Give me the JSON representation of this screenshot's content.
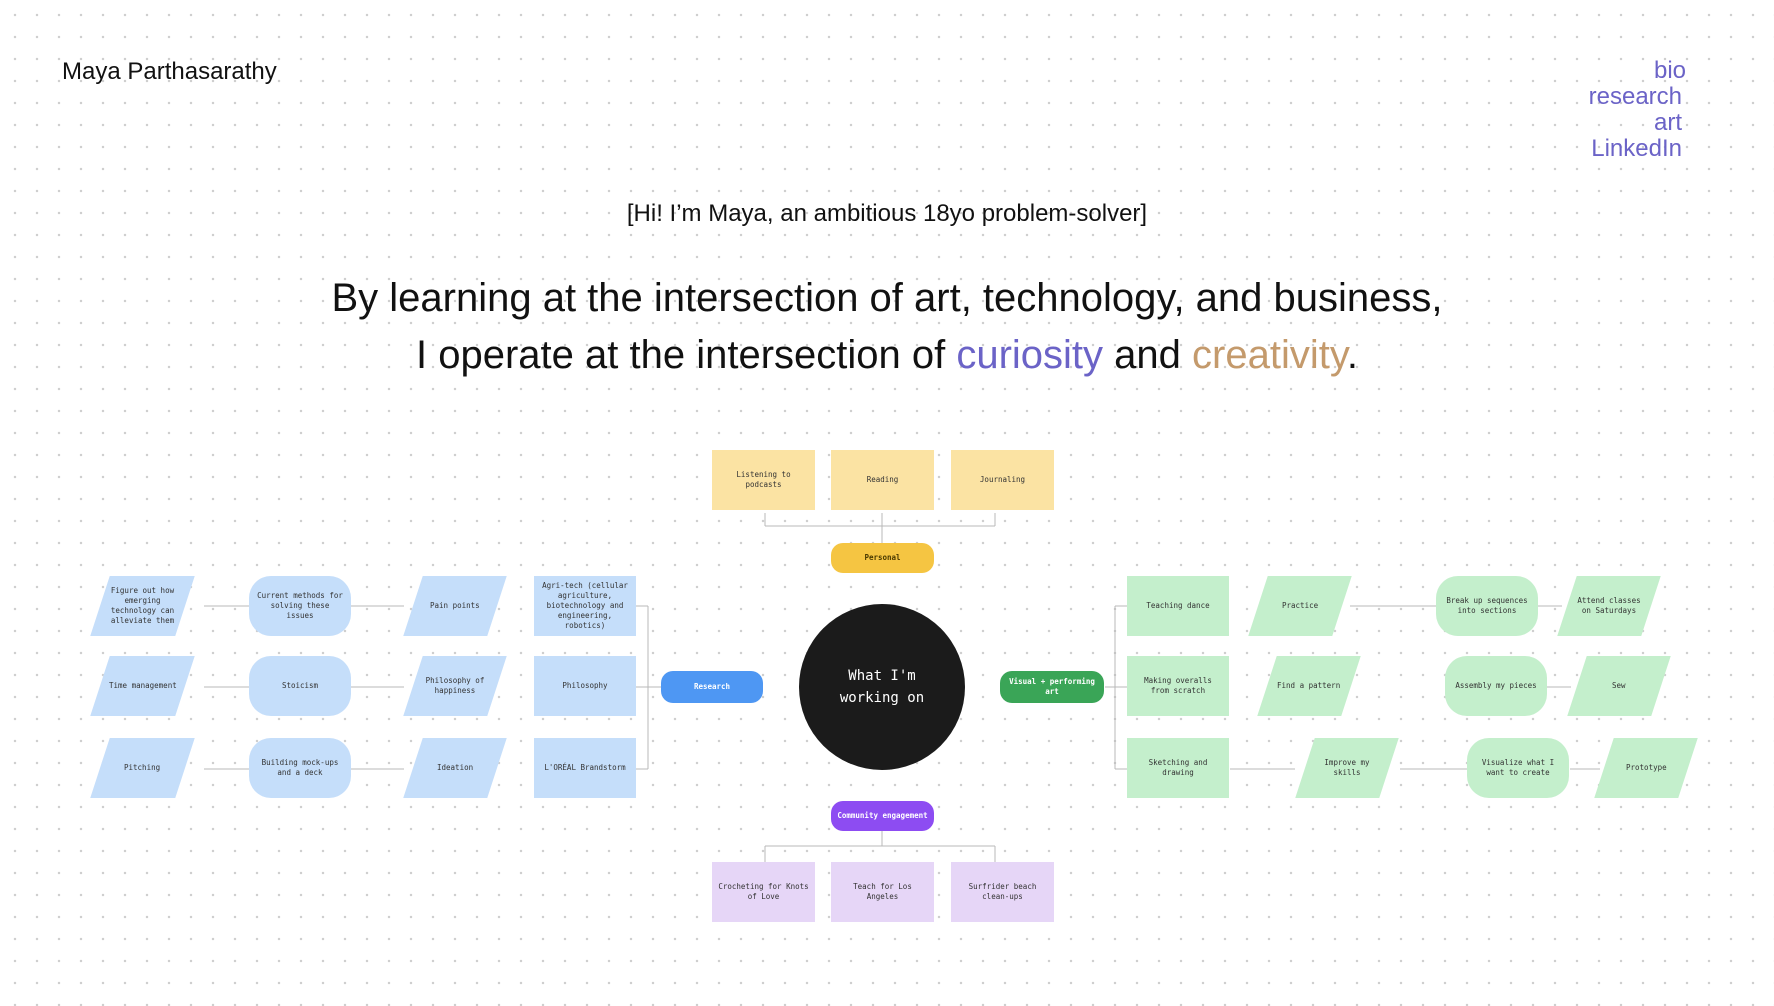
{
  "header": {
    "name": "Maya Parthasarathy",
    "nav": [
      "bio",
      "research",
      "art",
      "LinkedIn"
    ]
  },
  "intro": "[Hi! I’m Maya, an ambitious 18yo problem-solver]",
  "headline": {
    "line1": "By learning at the intersection of art, technology, and business,",
    "line2_prefix": "I operate at the intersection of ",
    "word1": "curiosity",
    "mid": " and ",
    "word2": "creativity",
    "end": "."
  },
  "colors": {
    "accent_purple": "#6b63c7",
    "accent_gold": "#c49a6c"
  },
  "mindmap": {
    "center": "What I'm working on",
    "categories": {
      "personal": "Personal",
      "research": "Research",
      "visual_art": "Visual + performing art",
      "community": "Community engagement"
    },
    "personal": [
      "Listening to podcasts",
      "Reading",
      "Journaling"
    ],
    "community": [
      "Crocheting for Knots of Love",
      "Teach for Los Angeles",
      "Surfrider beach clean-ups"
    ],
    "research": {
      "col1": [
        "Figure out how emerging technology can alleviate them",
        "Time management",
        "Pitching"
      ],
      "col2": [
        "Current methods for solving these issues",
        "Stoicism",
        "Building mock-ups and a deck"
      ],
      "col3": [
        "Pain points",
        "Philosophy of happiness",
        "Ideation"
      ],
      "col4": [
        "Agri-tech (cellular agriculture, biotechnology and engineering, robotics)",
        "Philosophy",
        "L'ORÉAL Brandstorm"
      ]
    },
    "art": {
      "col1": [
        "Teaching dance",
        "Making overalls from scratch",
        "Sketching and drawing"
      ],
      "col2": [
        "Practice",
        "Find a pattern",
        "Improve my skills"
      ],
      "col3": [
        "Break up sequences into sections",
        "Assembly my pieces",
        "Visualize what I want to create"
      ],
      "col4": [
        "Attend classes on Saturdays",
        "Sew",
        "Prototype"
      ]
    }
  }
}
